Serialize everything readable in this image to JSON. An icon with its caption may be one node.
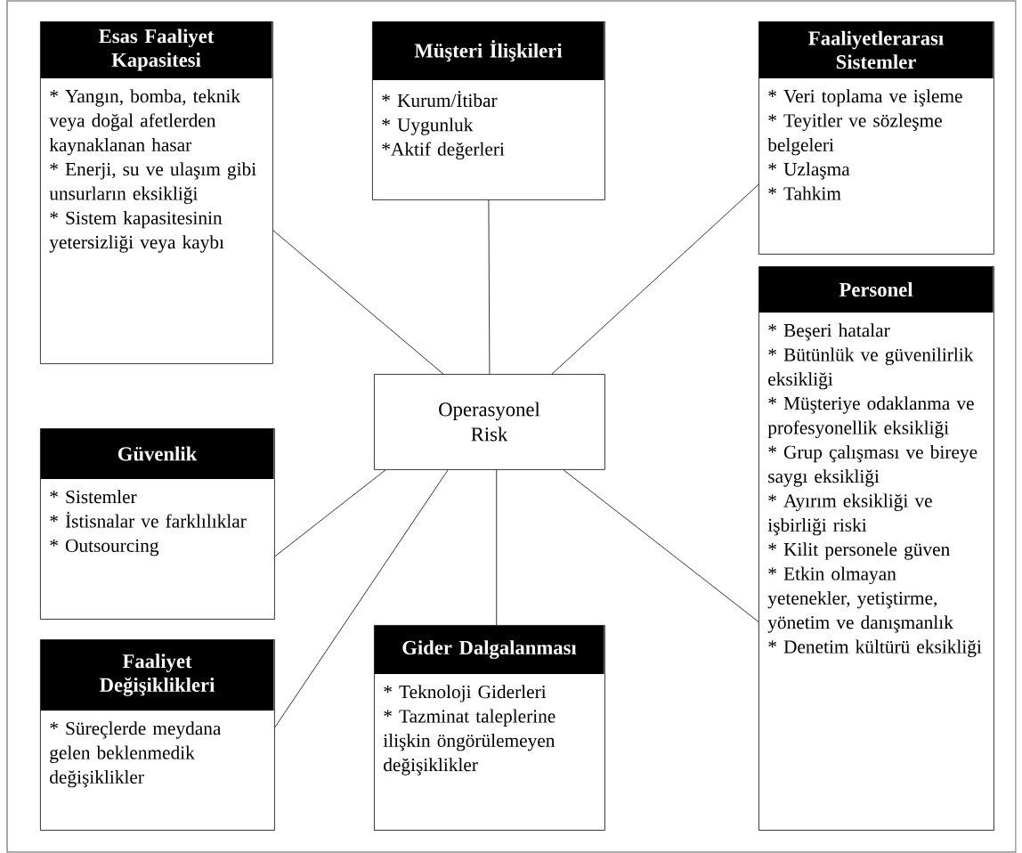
{
  "diagram": {
    "nodes": [
      {
        "text": [
          "Esas Faaliyet Kapasitesi",
          "* Yangın, bomba, teknik veya doğal afetlerden kaynaklanan hasar",
          "* Enerji, su ve ulaşım gibi unsurların eksikliği",
          "* Sistem kapasitesinin yetersizliği veya kaybı"
        ]
      },
      {
        "text": [
          "Müşteri İlişkileri",
          "* Kurum/İtibar",
          "* Uygunluk",
          "*Aktif değerleri"
        ]
      },
      {
        "text": [
          "Faaliyetlerarası Sistemler",
          "* Veri toplama ve işleme",
          "* Teyitler ve sözleşme belgeleri",
          "* Uzlaşma",
          "* Tahkim"
        ]
      },
      {
        "text": [
          "Personel",
          "* Beşeri hatalar",
          "* Bütünlük ve güvenilirlik eksikliği",
          "* Müşteriye odaklanma ve profesyonellik eksikliği",
          "* Grup çalışması ve bireye saygı eksikliği",
          "* Ayırım eksikliği ve işbirliği riski",
          "* Kilit personele güven",
          "* Etkin olmayan yetenekler, yetiştirme, yönetim ve danışmanlık",
          "* Denetim kültürü eksikliği"
        ]
      },
      {
        "text": [
          "Operasyonel Risk"
        ]
      },
      {
        "text": [
          "Güvenlik",
          "* Sistemler",
          "* İstisnalar ve farklılıklar",
          "* Outsourcing"
        ]
      },
      {
        "text": [
          "Faaliyet Değişiklikleri",
          "* Süreçlerde meydana gelen beklenmedik değişiklikler"
        ]
      },
      {
        "text": [
          "Gider Dalgalanması",
          "* Teknoloji Giderleri",
          "* Tazminat taleplerine ilişkin öngörülemeyen değişiklikler"
        ]
      }
    ],
    "edges": [
      {
        "from": 4,
        "to": 0,
        "arrow": "none"
      },
      {
        "from": 4,
        "to": 1,
        "arrow": "none"
      },
      {
        "from": 4,
        "to": 2,
        "arrow": "none"
      },
      {
        "from": 4,
        "to": 3,
        "arrow": "none"
      },
      {
        "from": 4,
        "to": 5,
        "arrow": "none"
      },
      {
        "from": 4,
        "to": 6,
        "arrow": "none"
      },
      {
        "from": 4,
        "to": 7,
        "arrow": "none"
      }
    ]
  }
}
